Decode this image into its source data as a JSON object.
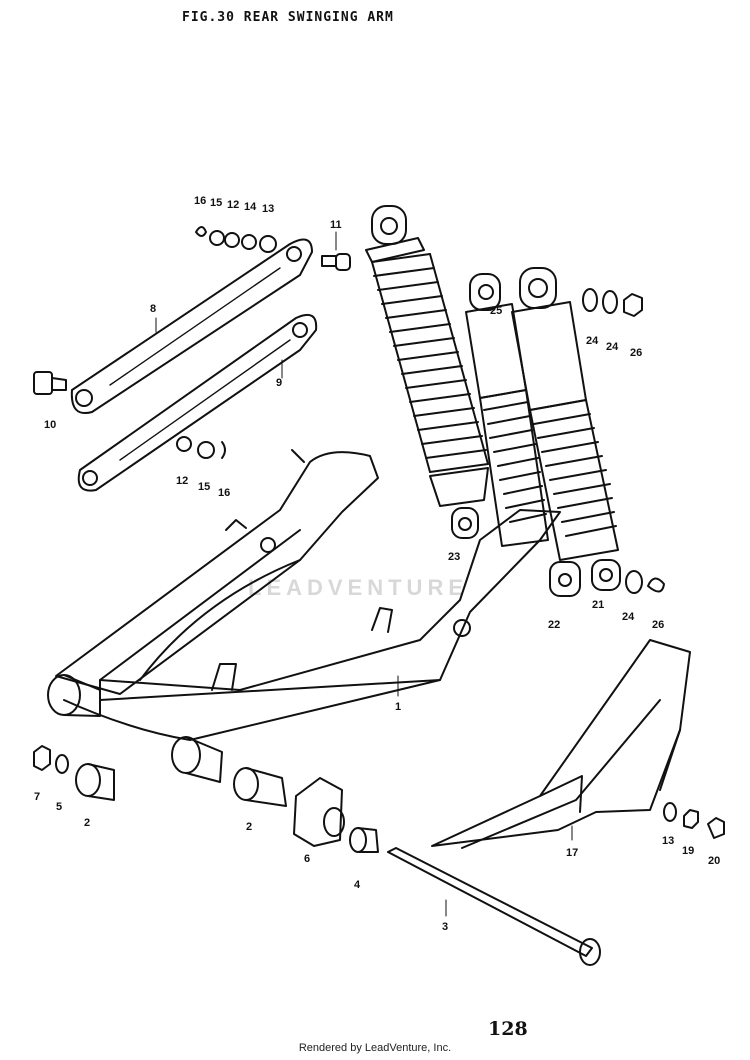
{
  "figure": {
    "title": "FIG.30  REAR SWINGING ARM",
    "page_number": "128",
    "footer": "Rendered by LeadVenture, Inc.",
    "watermark": "LEADVENTURE"
  },
  "callouts": [
    {
      "id": "c16a",
      "text": "16"
    },
    {
      "id": "c15a",
      "text": "15"
    },
    {
      "id": "c12a",
      "text": "12"
    },
    {
      "id": "c14",
      "text": "14"
    },
    {
      "id": "c13a",
      "text": "13"
    },
    {
      "id": "c11",
      "text": "11"
    },
    {
      "id": "c8",
      "text": "8"
    },
    {
      "id": "c9",
      "text": "9"
    },
    {
      "id": "c10",
      "text": "10"
    },
    {
      "id": "c12b",
      "text": "12"
    },
    {
      "id": "c15b",
      "text": "15"
    },
    {
      "id": "c16b",
      "text": "16"
    },
    {
      "id": "c25",
      "text": "25"
    },
    {
      "id": "c24a",
      "text": "24"
    },
    {
      "id": "c24b",
      "text": "24"
    },
    {
      "id": "c26a",
      "text": "26"
    },
    {
      "id": "c23",
      "text": "23"
    },
    {
      "id": "c22",
      "text": "22"
    },
    {
      "id": "c21",
      "text": "21"
    },
    {
      "id": "c24c",
      "text": "24"
    },
    {
      "id": "c26b",
      "text": "26"
    },
    {
      "id": "c1",
      "text": "1"
    },
    {
      "id": "c7",
      "text": "7"
    },
    {
      "id": "c5",
      "text": "5"
    },
    {
      "id": "c2a",
      "text": "2"
    },
    {
      "id": "c2b",
      "text": "2"
    },
    {
      "id": "c6",
      "text": "6"
    },
    {
      "id": "c4",
      "text": "4"
    },
    {
      "id": "c3",
      "text": "3"
    },
    {
      "id": "c17",
      "text": "17"
    },
    {
      "id": "c13b",
      "text": "13"
    },
    {
      "id": "c19",
      "text": "19"
    },
    {
      "id": "c20",
      "text": "20"
    }
  ]
}
